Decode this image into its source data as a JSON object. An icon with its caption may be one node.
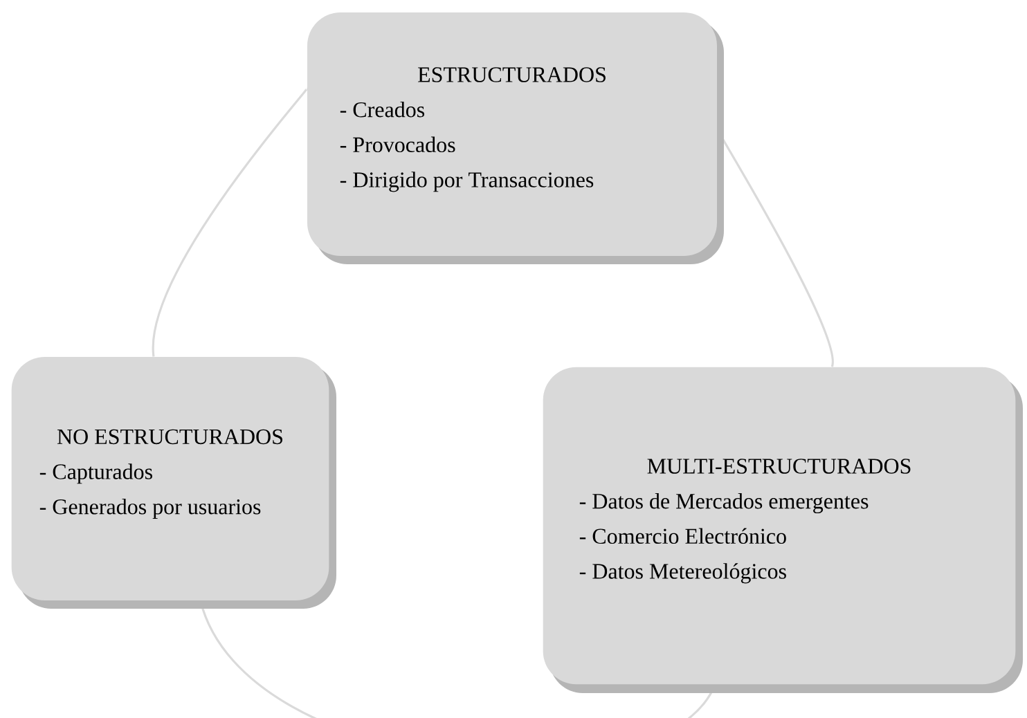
{
  "diagram": {
    "nodes": [
      {
        "text": [
          "ESTRUCTURADOS",
          "- Creados",
          "- Provocados",
          "- Dirigido por Transacciones"
        ]
      },
      {
        "text": [
          "MULTI-ESTRUCTURADOS",
          "- Datos de Mercados emergentes",
          "- Comercio Electrónico",
          "- Datos Metereológicos"
        ]
      },
      {
        "text": [
          "NO ESTRUCTURADOS",
          "- Capturados",
          "- Generados por usuarios"
        ]
      }
    ],
    "edges": [
      {
        "from": 0,
        "to": 1,
        "arrow": "none"
      },
      {
        "from": 1,
        "to": 2,
        "arrow": "none"
      },
      {
        "from": 2,
        "to": 0,
        "arrow": "none"
      }
    ]
  }
}
